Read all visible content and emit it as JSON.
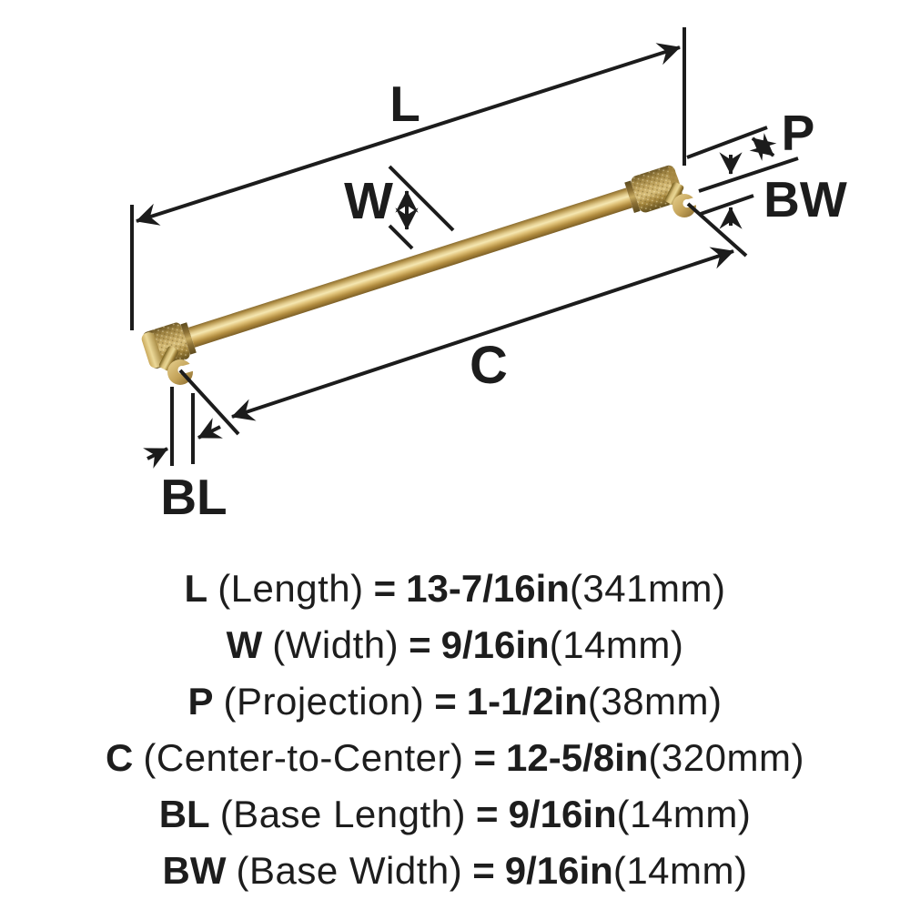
{
  "diagram": {
    "labels": {
      "length": "L",
      "width": "W",
      "projection": "P",
      "base_width": "BW",
      "center_to_center": "C",
      "base_length": "BL"
    }
  },
  "specs": [
    {
      "symbol": "L",
      "name": "(Length)",
      "equals": "=",
      "imperial": "13-7/16in",
      "metric": "(341mm)"
    },
    {
      "symbol": "W",
      "name": "(Width)",
      "equals": "=",
      "imperial": "9/16in",
      "metric": "(14mm)"
    },
    {
      "symbol": "P",
      "name": "(Projection)",
      "equals": "=",
      "imperial": "1-1/2in",
      "metric": "(38mm)"
    },
    {
      "symbol": "C",
      "name": "(Center-to-Center)",
      "equals": "=",
      "imperial": "12-5/8in",
      "metric": "(320mm)"
    },
    {
      "symbol": "BL",
      "name": "(Base Length)",
      "equals": "=",
      "imperial": "9/16in",
      "metric": "(14mm)"
    },
    {
      "symbol": "BW",
      "name": "(Base Width)",
      "equals": "=",
      "imperial": "9/16in",
      "metric": "(14mm)"
    }
  ],
  "colors": {
    "ink": "#1c1c1c",
    "brass_light": "#f5e7b1",
    "brass_mid": "#d4b36a",
    "brass_dark": "#7c5f26"
  }
}
